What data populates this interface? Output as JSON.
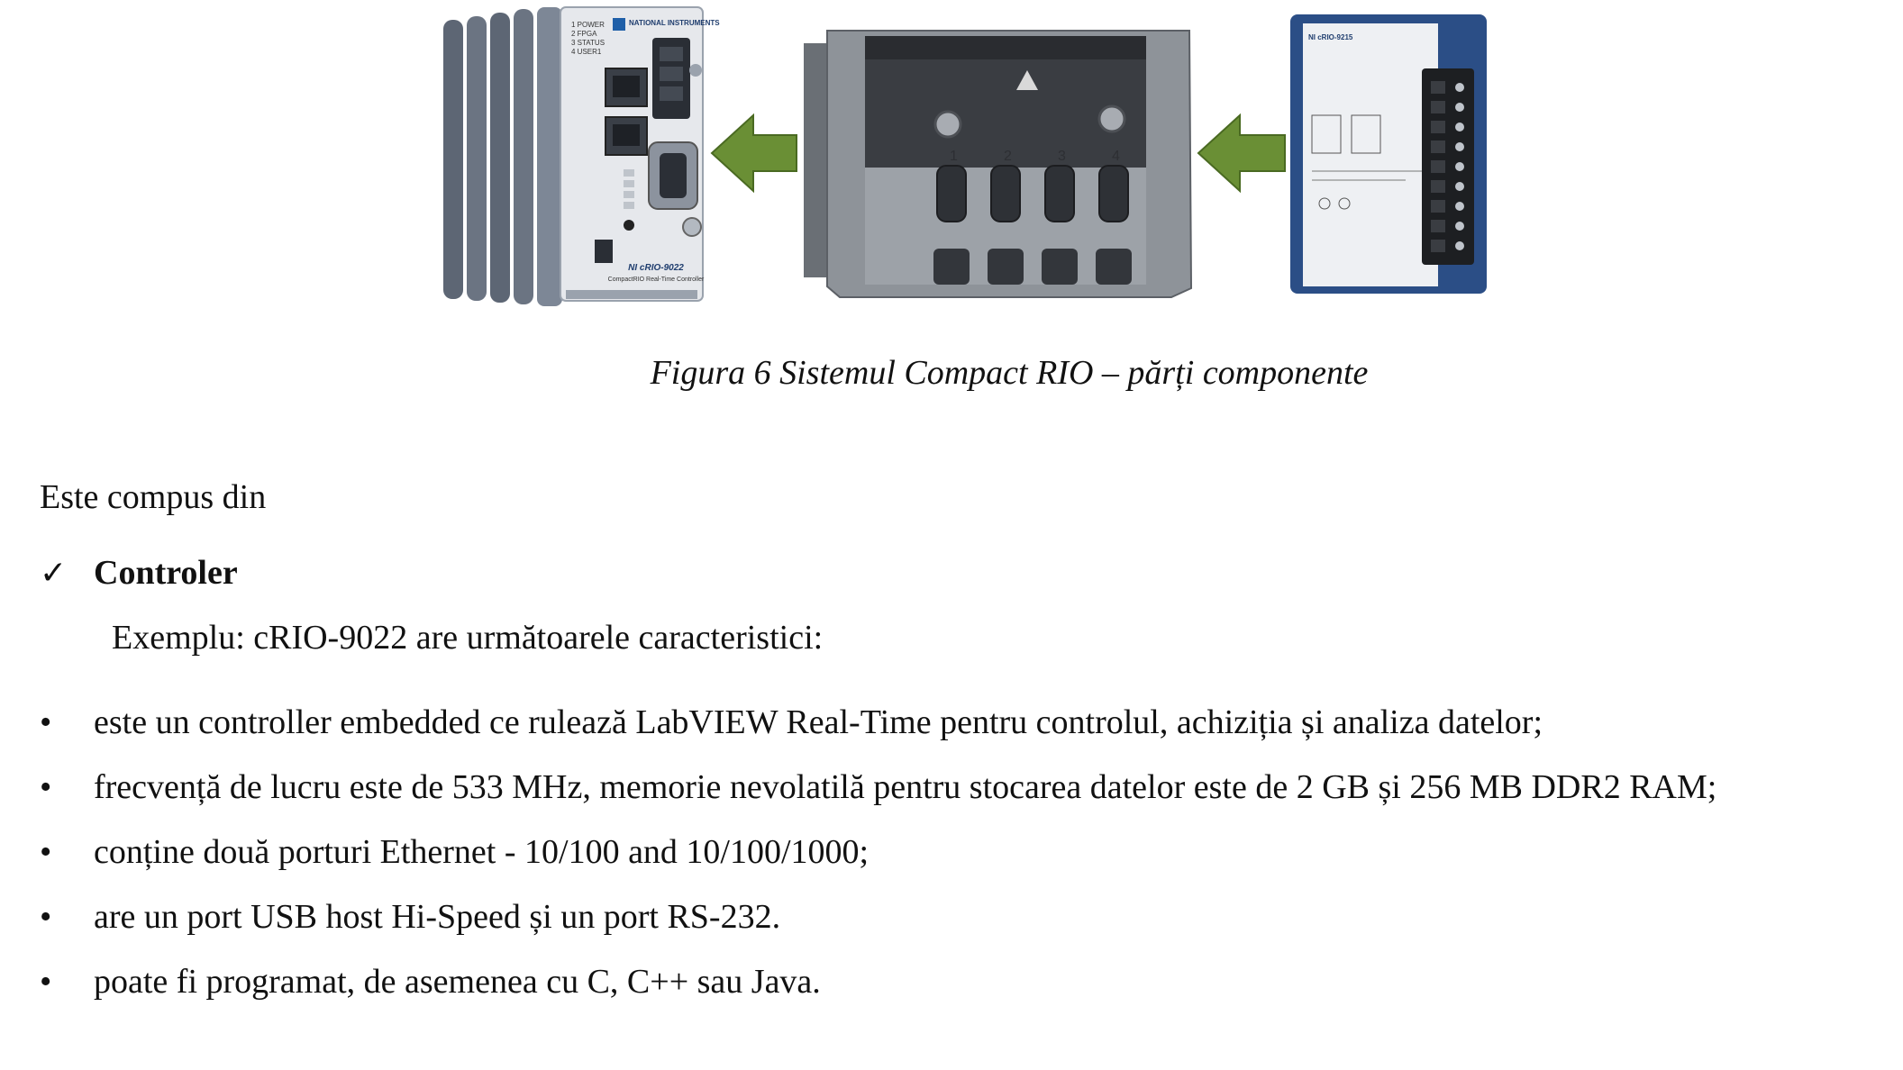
{
  "figure": {
    "caption": "Figura 6  Sistemul Compact RIO – părți componente",
    "controller_image": {
      "brand": "NATIONAL INSTRUMENTS",
      "model": "NI cRIO-9022",
      "subtitle": "CompactRIO Real-Time Controller",
      "leds": [
        "1 POWER",
        "2 FPGA",
        "3 STATUS",
        "4 USER1"
      ]
    },
    "chassis_image": {
      "slot_numbers": [
        "1",
        "2",
        "3",
        "4"
      ]
    },
    "module_image": {
      "model": "NI cRIO-9215"
    },
    "arrow_color": "#6a8f35",
    "device_color": "#7d8796"
  },
  "content": {
    "intro": "Este compus din",
    "section_title": "Controler",
    "example": "Exemplu: cRIO-9022 are următoarele caracteristici:",
    "bullet_symbol": "•",
    "bullets": [
      "este un controller embedded ce rulează LabVIEW Real-Time pentru controlul, achiziția și analiza datelor;",
      "frecvență de lucru este de 533 MHz, memorie nevolatilă pentru stocarea datelor este de 2 GB și 256 MB DDR2 RAM;",
      "conține două porturi Ethernet - 10/100 and 10/100/1000;",
      "are un port USB host Hi-Speed și un port RS-232.",
      "poate fi programat, de asemenea cu C, C++ sau Java."
    ]
  }
}
